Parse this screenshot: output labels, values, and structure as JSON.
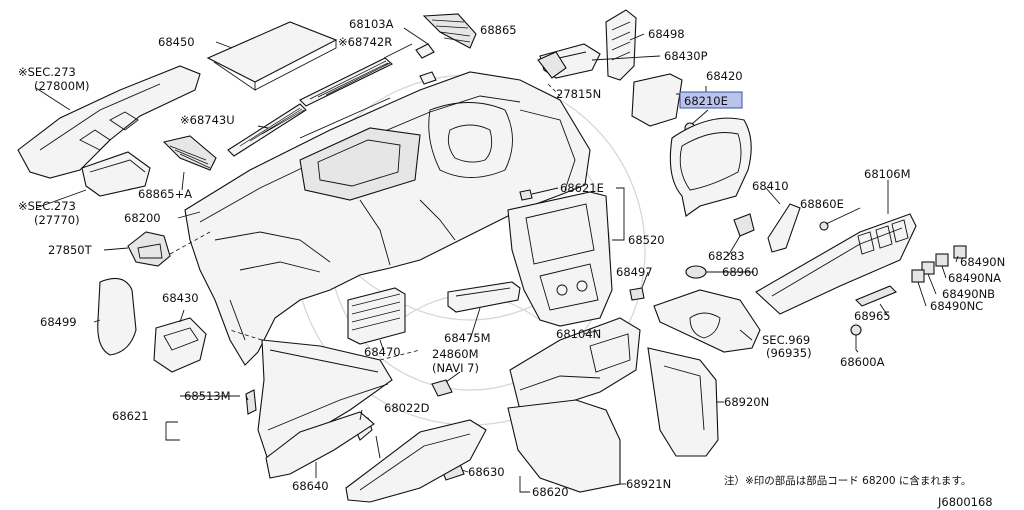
{
  "diagram_id": "J6800168",
  "note": "注）※印の部品は部品コード 68200 に含まれます。",
  "highlighted_part": "68210E",
  "labels": {
    "p68103A": "68103A",
    "p68865": "68865",
    "p68450": "68450",
    "p68742R": "※68742R",
    "p68498": "68498",
    "p68430P": "68430P",
    "p68420": "68420",
    "p68210E": "68210E",
    "p27815N": "27815N",
    "sec273a": "※SEC.273",
    "sec273a_sub": "(27800M)",
    "p68743U": "※68743U",
    "p68865A": "68865+A",
    "sec273b": "※SEC.273",
    "sec273b_sub": "(27770)",
    "p68200": "68200",
    "p27850T": "27850T",
    "p68621E": "68621E",
    "p68520": "68520",
    "p68410": "68410",
    "p68106M": "68106M",
    "p68860E": "68860E",
    "p68283": "68283",
    "p68960": "68960",
    "p68490N": "68490N",
    "p68490NA": "68490NA",
    "p68490NB": "68490NB",
    "p68490NC": "68490NC",
    "p68497": "68497",
    "p68965": "68965",
    "p68499": "68499",
    "p68430": "68430",
    "p68470": "68470",
    "p68475M": "68475M",
    "p68104N": "68104N",
    "sec969": "SEC.969",
    "sec969_sub": "(96935)",
    "p68600A": "68600A",
    "p24860M": "24860M",
    "p24860M_sub": "(NAVI 7)",
    "p68621": "68621",
    "p68513M": "68513M",
    "p68022D": "68022D",
    "p68920N": "68920N",
    "p68640": "68640",
    "p68630": "68630",
    "p68620": "68620",
    "p68921N": "68921N"
  }
}
